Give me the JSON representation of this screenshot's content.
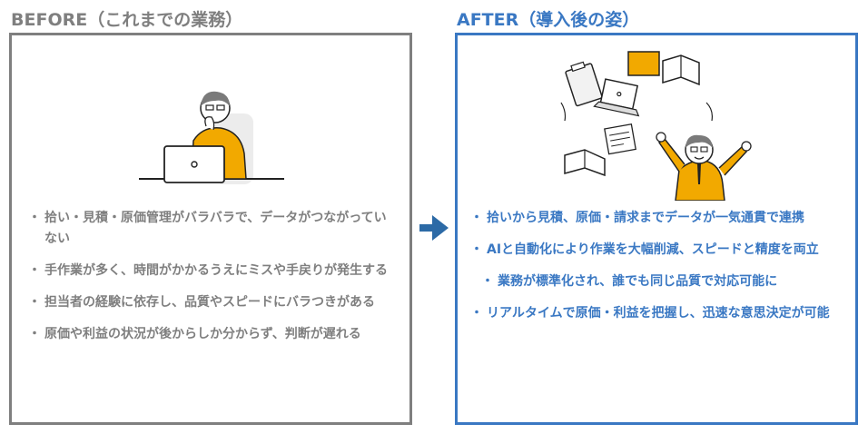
{
  "before": {
    "title": "BEFORE（これまでの業務）",
    "items": [
      "拾い・見積・原価管理がバラバラで、データがつながっていない",
      "手作業が多く、時間がかかるうえにミスや手戻りが発生する",
      "担当者の経験に依存し、品質やスピードにバラつきがある",
      "原価や利益の状況が後からしか分からず、判断が遅れる"
    ]
  },
  "after": {
    "title": "AFTER（導入後の姿）",
    "items": [
      "拾いから見積、原価・請求までデータが一気通貫で連携",
      "AIと自動化により作業を大幅削減、スピードと精度を両立",
      "業務が標準化され、誰でも同じ品質で対応可能に",
      "リアルタイムで原価・利益を把握し、迅速な意思決定が可能"
    ]
  },
  "colors": {
    "before": "#7f7f7f",
    "after": "#3a78c3",
    "accent": "#f2a900",
    "arrow": "#2c6aa6"
  }
}
